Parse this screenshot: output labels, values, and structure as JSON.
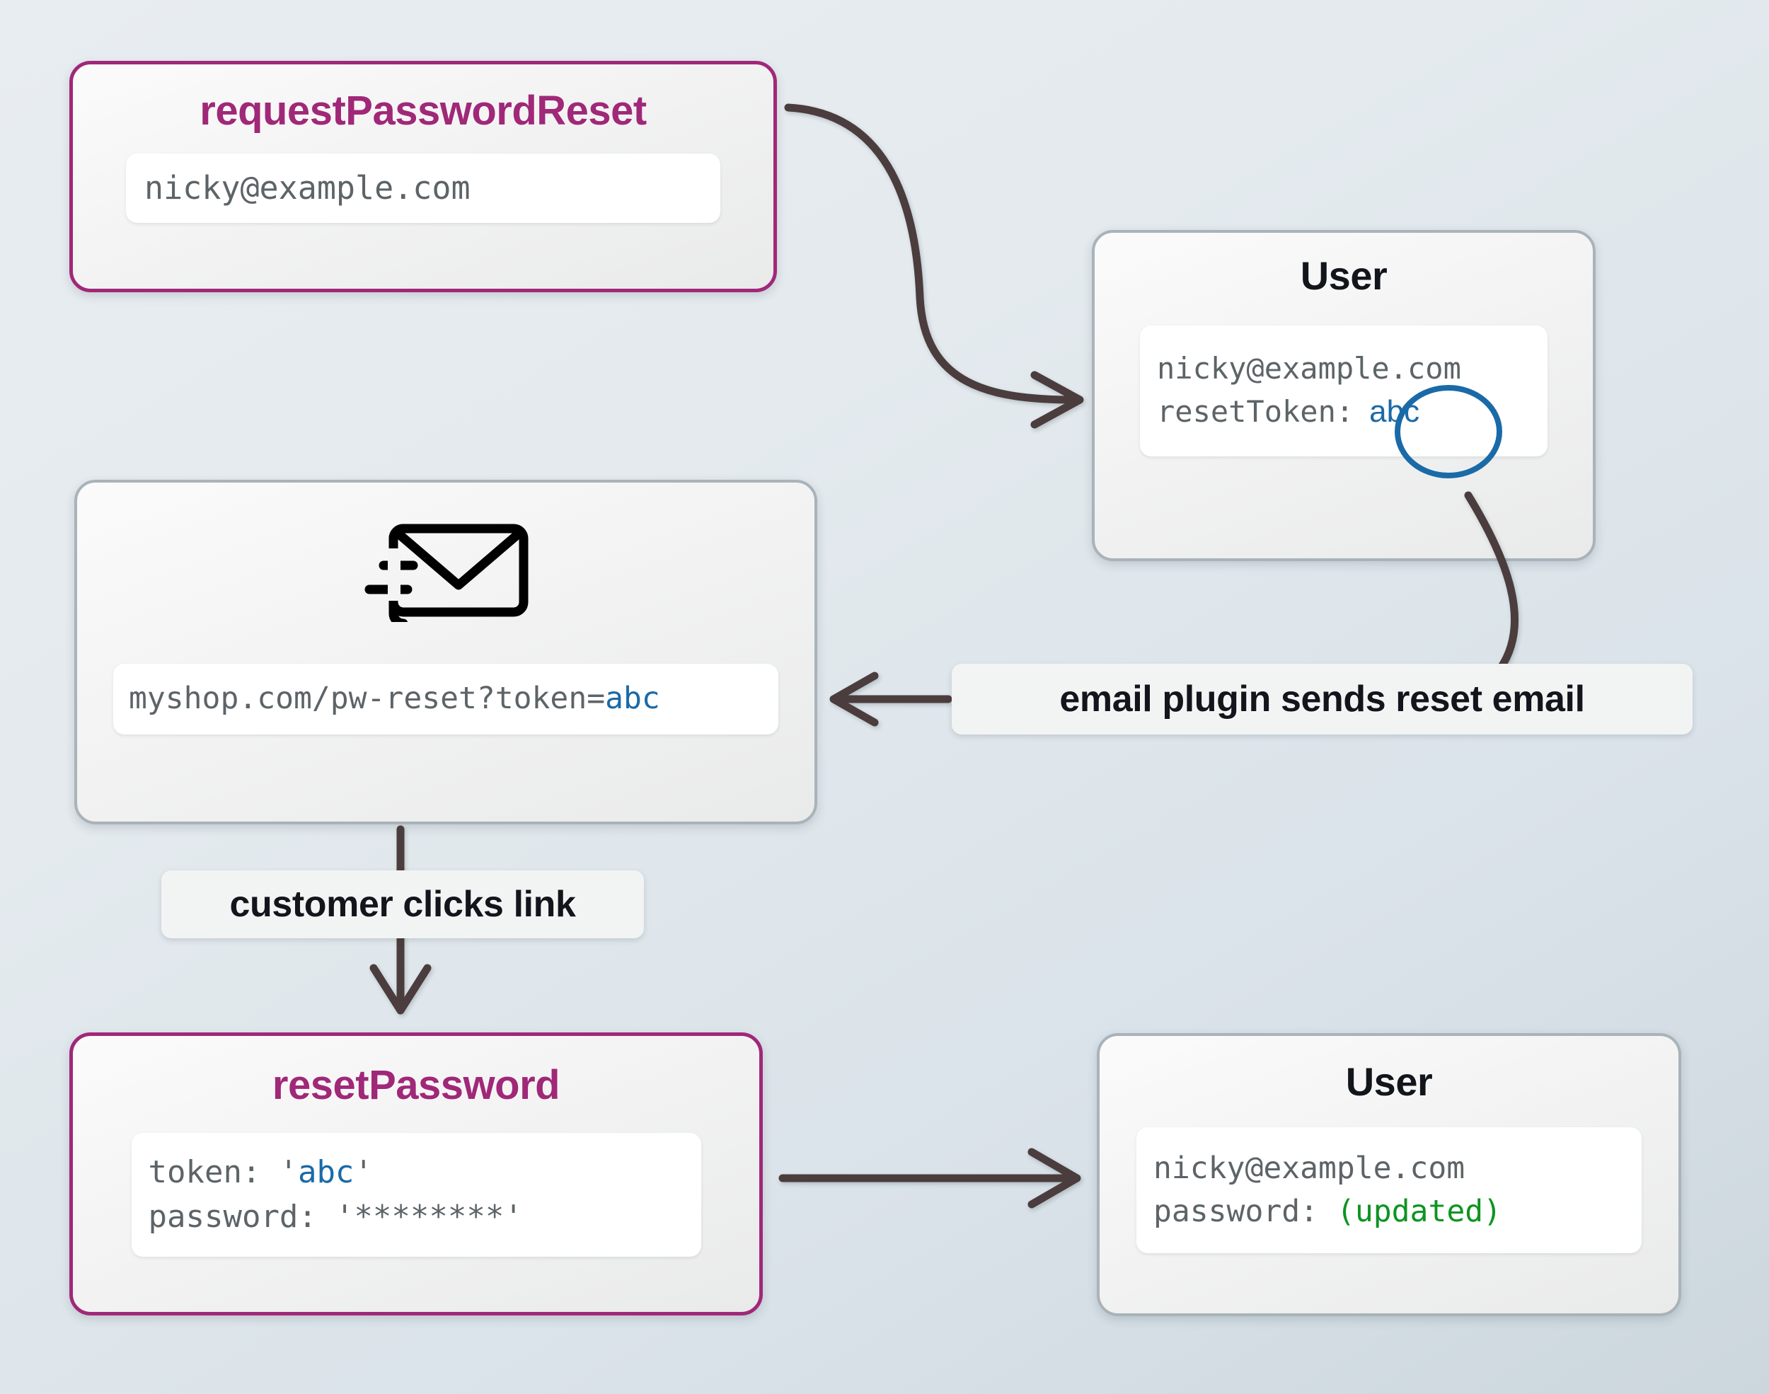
{
  "diagram": {
    "title": "password reset token flow",
    "colors": {
      "accent_magenta": "#a02878",
      "token_blue": "#1a6aa8",
      "updated_green": "#0d9422",
      "arrow_brown": "#4b3c3c",
      "box_gray_border": "#a9b3b9",
      "background_from": "#e8edf1",
      "background_to": "#ccd7dd"
    }
  },
  "nodes": {
    "request_password_reset": {
      "title": "requestPasswordReset",
      "field_lines": [
        {
          "text": "nicky@example.com"
        }
      ]
    },
    "user_top": {
      "title": "User",
      "field_lines": [
        {
          "text": "nicky@example.com"
        },
        {
          "label": "resetToken:",
          "token": "abc",
          "token_circled": true
        }
      ]
    },
    "email_message": {
      "icon": "envelope-send-icon",
      "field_lines": [
        {
          "prefix": "myshop.com/pw-reset?token=",
          "token": "abc"
        }
      ]
    },
    "reset_password": {
      "title": "resetPassword",
      "field_lines": [
        {
          "label": "token:",
          "quote_open": "'",
          "token": "abc",
          "quote_close": "'"
        },
        {
          "label": "password:",
          "value": "'********'"
        }
      ]
    },
    "user_bottom": {
      "title": "User",
      "field_lines": [
        {
          "text": "nicky@example.com"
        },
        {
          "label": "password:",
          "status": "(updated)"
        }
      ]
    }
  },
  "edges": {
    "request_to_user": {
      "label": "",
      "style": "curved-arrow"
    },
    "user_to_plugin": {
      "label": "",
      "style": "curved-line"
    },
    "plugin_to_email": {
      "label": "email plugin sends reset email",
      "style": "straight-arrow-left"
    },
    "email_to_reset": {
      "label": "customer clicks link",
      "style": "straight-arrow-down"
    },
    "reset_to_user": {
      "label": "",
      "style": "straight-arrow-right"
    }
  }
}
